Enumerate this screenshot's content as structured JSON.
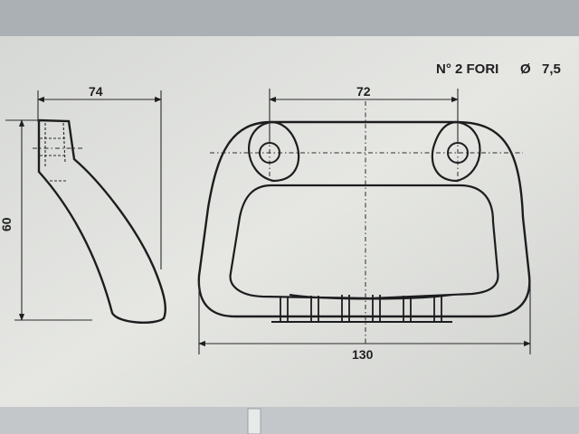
{
  "drawing": {
    "note_holes": "N° 2 FORI",
    "note_diameter_symbol": "Ø",
    "note_diameter_value": "7,5",
    "dim_side_width": "74",
    "dim_side_height": "60",
    "dim_hole_spacing": "72",
    "dim_overall_width": "130"
  },
  "colors": {
    "screen_background": "#b9bfc3",
    "paper": "#e3e4e0",
    "ink": "#1d1d1f"
  }
}
